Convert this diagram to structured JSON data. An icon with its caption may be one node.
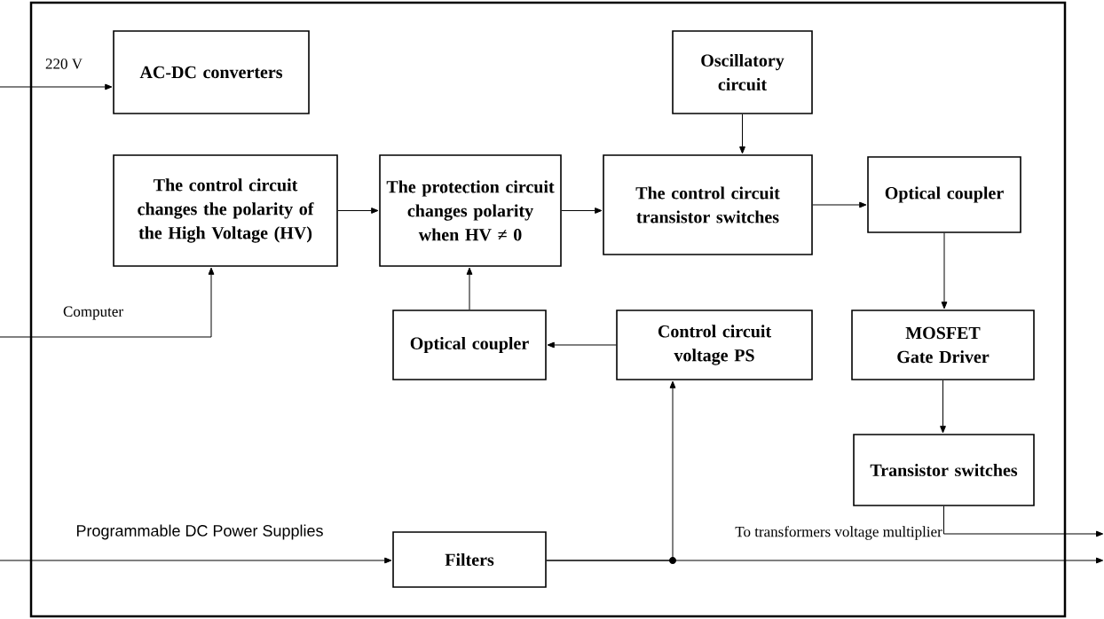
{
  "diagram": {
    "nodes": [
      {
        "text": [
          "AC-DC converters"
        ]
      },
      {
        "text": [
          "Oscillatory circuit"
        ]
      },
      {
        "text": [
          "The control circuit changes the polarity of the High Voltage (HV)"
        ]
      },
      {
        "text": [
          "The protection circuit changes polarity when HV ≠ 0"
        ]
      },
      {
        "text": [
          "The control circuit transistor switches"
        ]
      },
      {
        "text": [
          "Optical coupler"
        ]
      },
      {
        "text": [
          "Optical coupler"
        ]
      },
      {
        "text": [
          "Control circuit voltage PS"
        ]
      },
      {
        "text": [
          "MOSFET Gate Driver"
        ]
      },
      {
        "text": [
          "Transistor switches"
        ]
      },
      {
        "text": [
          "Filters"
        ]
      }
    ],
    "edges": [
      {
        "from": null,
        "to": 0,
        "arrow": "to",
        "label": "220 V"
      },
      {
        "from": null,
        "to": 2,
        "arrow": "to",
        "label": "Computer"
      },
      {
        "from": null,
        "to": 10,
        "arrow": "to",
        "label": "Programmable DC Power Supplies"
      },
      {
        "from": 2,
        "to": 3,
        "arrow": "to"
      },
      {
        "from": 3,
        "to": 4,
        "arrow": "to"
      },
      {
        "from": 1,
        "to": 4,
        "arrow": "to"
      },
      {
        "from": 4,
        "to": 5,
        "arrow": "to"
      },
      {
        "from": 5,
        "to": 8,
        "arrow": "to"
      },
      {
        "from": 8,
        "to": 9,
        "arrow": "to"
      },
      {
        "from": 6,
        "to": 3,
        "arrow": "to"
      },
      {
        "from": 7,
        "to": 6,
        "arrow": "to"
      },
      {
        "from": 10,
        "to": 7,
        "arrow": "to"
      },
      {
        "from": 10,
        "to": null,
        "arrow": "to"
      },
      {
        "from": 9,
        "to": null,
        "arrow": "to",
        "label": "To transformers voltage multiplier"
      }
    ]
  }
}
